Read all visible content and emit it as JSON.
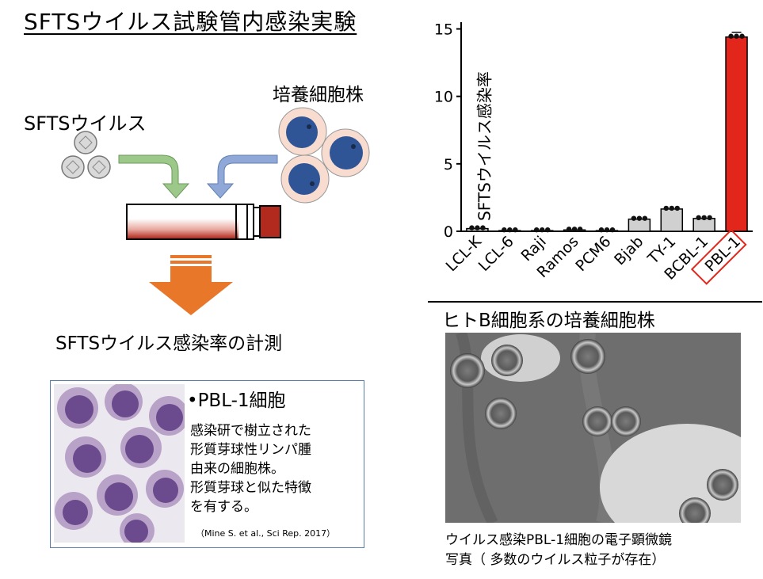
{
  "title": "SFTSウイルス試験管内感染実験",
  "schematic": {
    "virus_label": "SFTSウイルス",
    "cells_label": "培養細胞株",
    "measure_label": "SFTSウイルス感染率の計測",
    "colors": {
      "virus_arrow": "#9cc98a",
      "cell_arrow": "#8fa8d8",
      "down_arrow": "#e8772a",
      "cell_nucleus": "#2f5597",
      "cell_body": "#f8dcd0",
      "tube_fill": "#b22a1e"
    }
  },
  "pbl_box": {
    "heading": "•PBL-1細胞",
    "lines": [
      "感染研で樹立された",
      "形質芽球性リンパ腫",
      "由来の細胞株。",
      "形質芽球と似た特徴",
      "を有する。"
    ],
    "citation": "（Mine S. et al., Sci Rep. 2017）"
  },
  "chart_data": {
    "type": "bar",
    "ylabel": "SFTSウイルス感染率",
    "ylim": [
      0,
      15.5
    ],
    "yticks": [
      0,
      5,
      10,
      15
    ],
    "categories": [
      "LCL-K",
      "LCL-6",
      "Raji",
      "Ramos",
      "PCM6",
      "Bjab",
      "TY-1",
      "BCBL-1",
      "PBL-1"
    ],
    "values": [
      0.2,
      0.05,
      0.05,
      0.1,
      0.05,
      0.9,
      1.65,
      0.95,
      14.4
    ],
    "highlight": "PBL-1",
    "bar_color": "#d0d0d0",
    "highlight_color": "#e3261c",
    "xlabel": "ヒトB細胞系の培養細胞株"
  },
  "em_caption": [
    "ウイルス感染PBL-1細胞の電子顕微鏡",
    "写真（ 多数のウイルス粒子が存在）"
  ]
}
